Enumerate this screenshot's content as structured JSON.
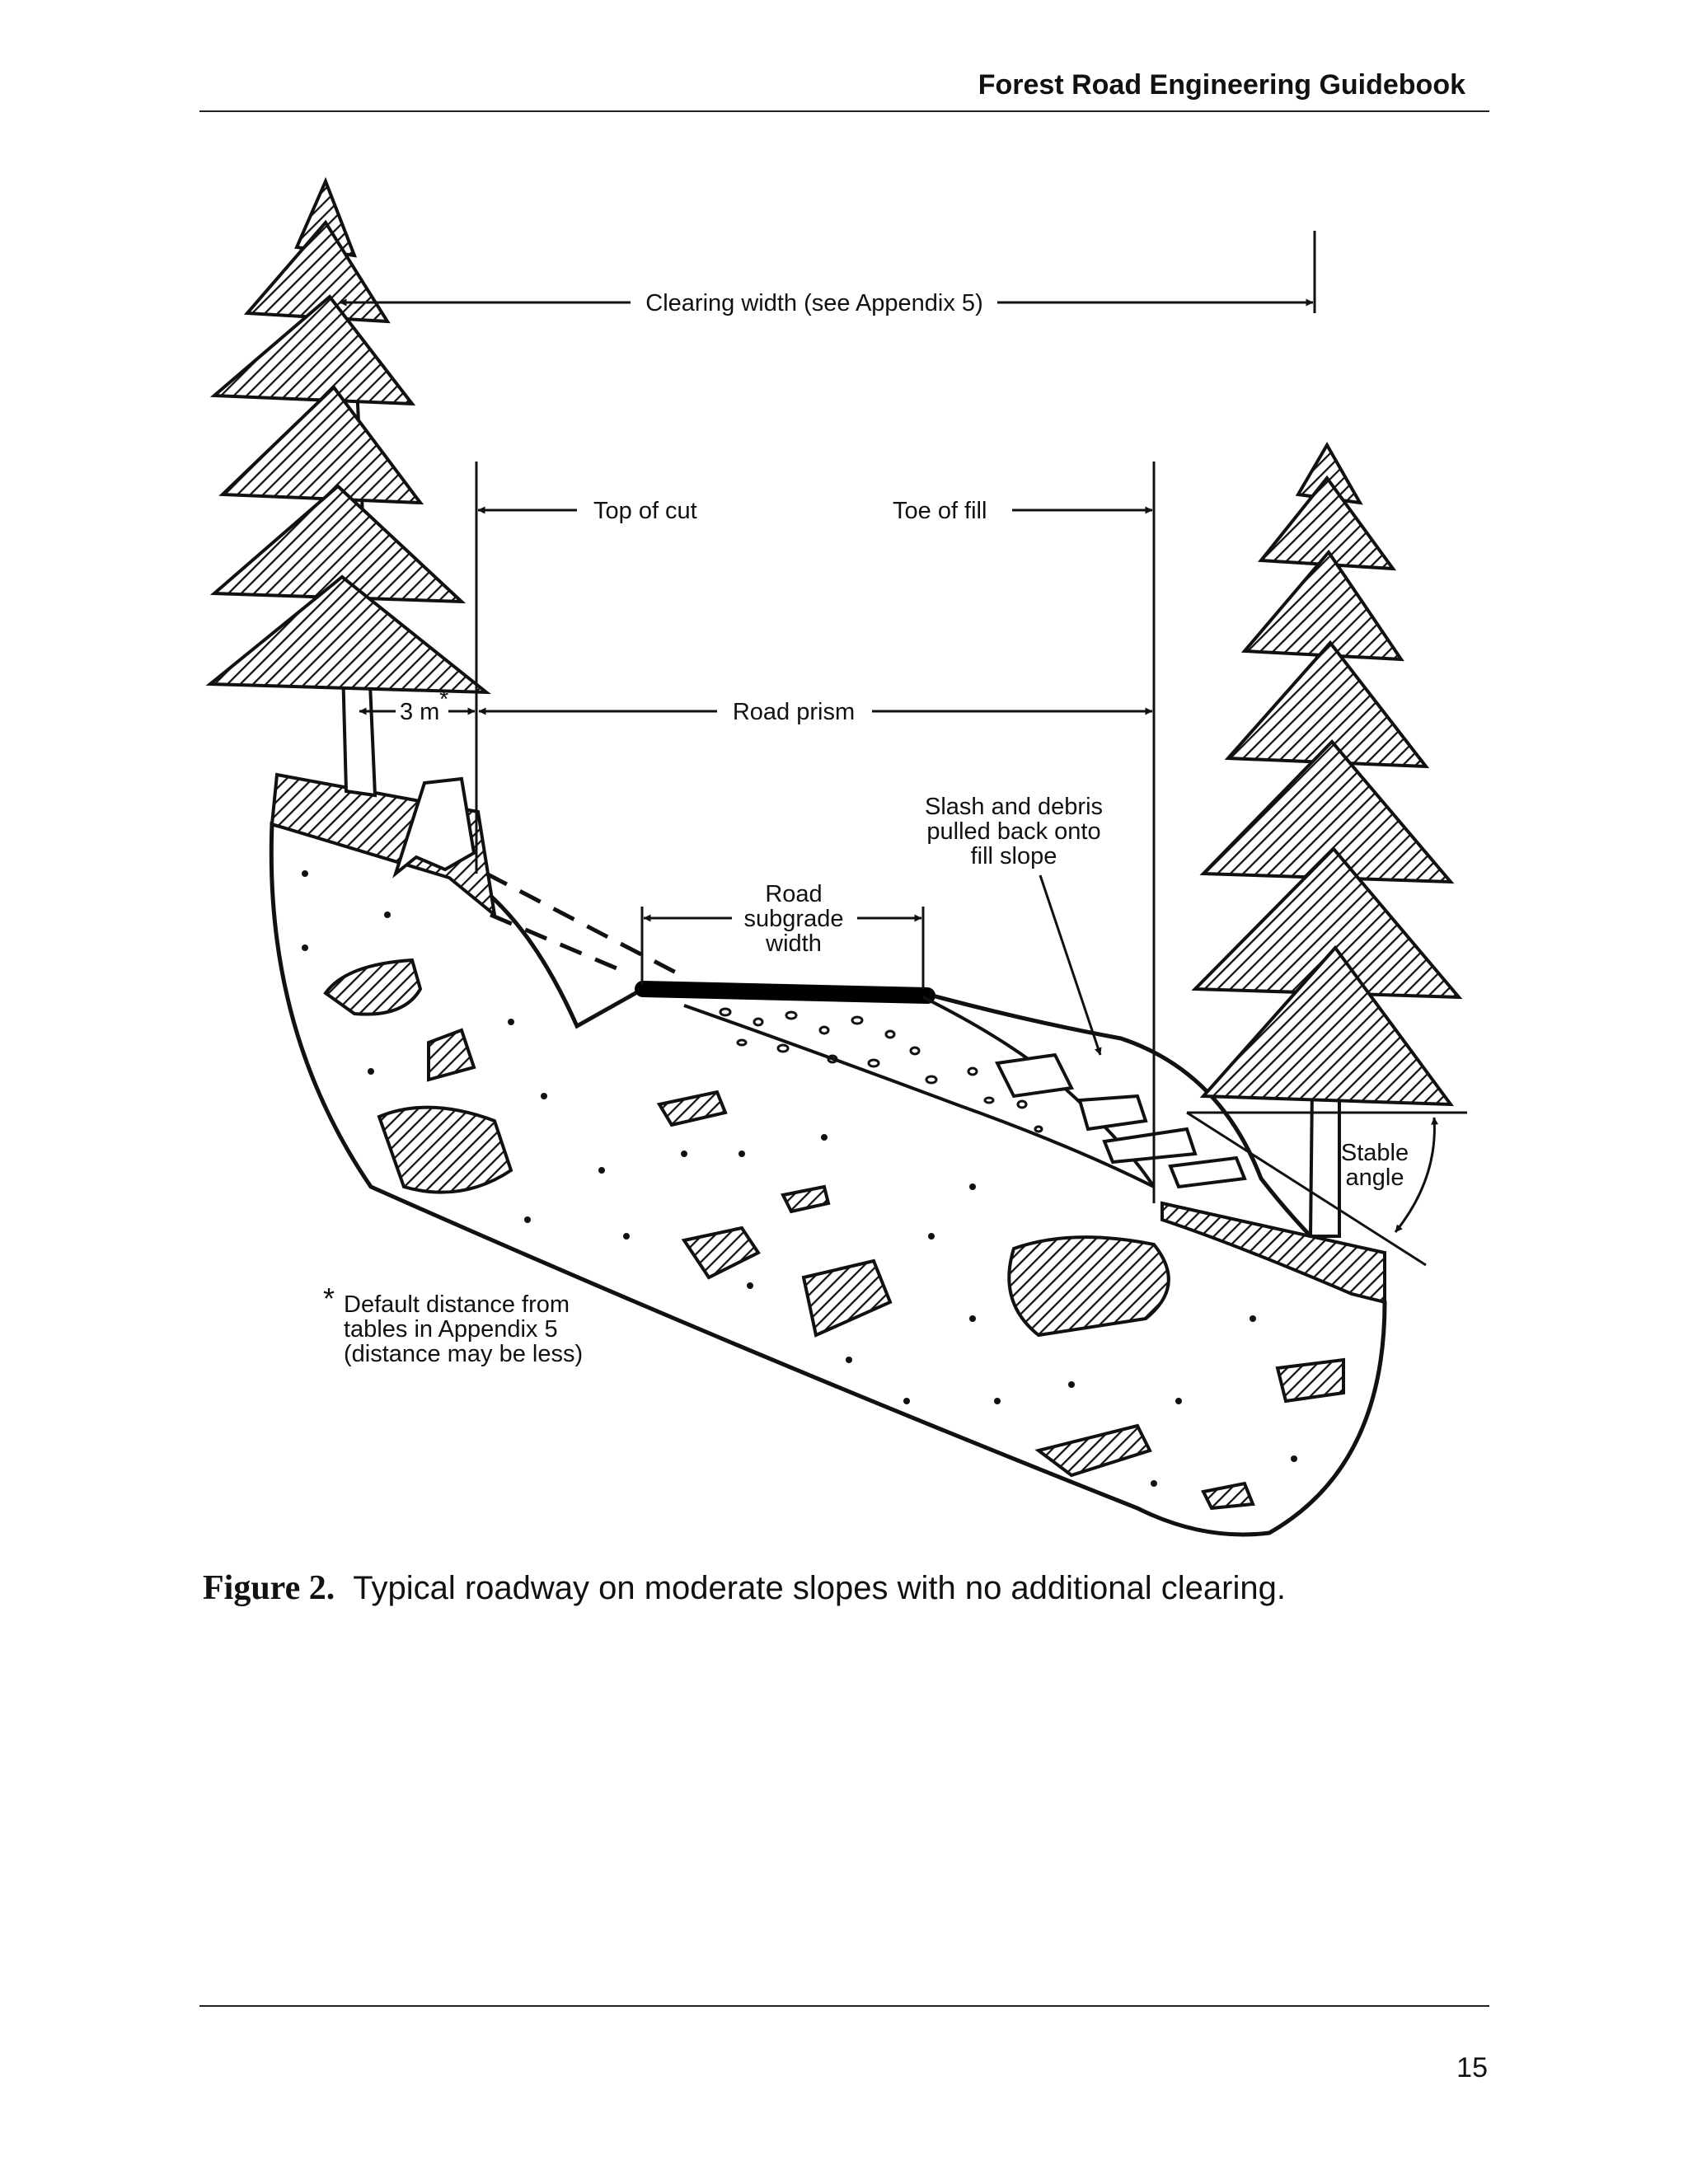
{
  "header": {
    "title": "Forest Road Engineering Guidebook"
  },
  "figure": {
    "labels": {
      "clearing_width": "Clearing width (see Appendix 5)",
      "top_of_cut": "Top of cut",
      "toe_of_fill": "Toe of fill",
      "three_m": "3 m",
      "asterisk": "*",
      "road_prism": "Road prism",
      "slash_line1": "Slash and debris",
      "slash_line2": "pulled back onto",
      "slash_line3": "fill slope",
      "subgrade_line1": "Road",
      "subgrade_line2": "subgrade",
      "subgrade_line3": "width",
      "stable_line1": "Stable",
      "stable_line2": "angle",
      "footnote_line1": "Default distance from",
      "footnote_line2": "tables in Appendix 5",
      "footnote_line3": "(distance may be less)"
    },
    "caption": {
      "number": "Figure 2.",
      "text": "Typical roadway on moderate slopes with no additional clearing."
    }
  },
  "footer": {
    "page_number": "15"
  }
}
